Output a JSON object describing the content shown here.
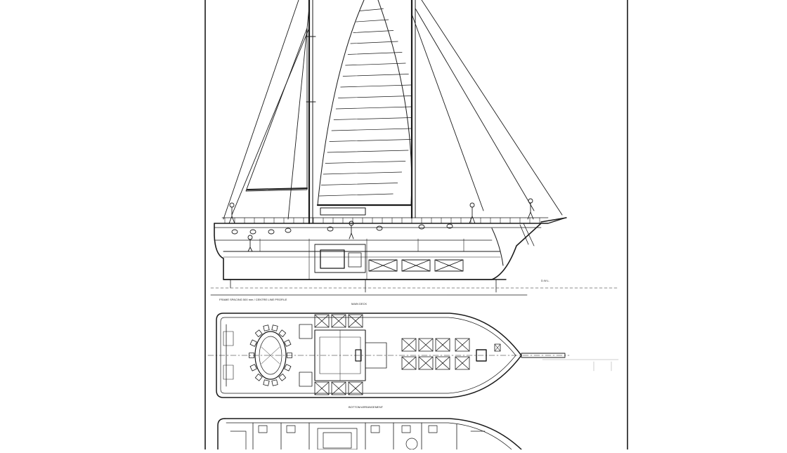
{
  "drawing": {
    "profile_caption": "FRAME SPACING 500 mm / CENTRE LINE PROFILE",
    "deck_plan_title": "MAIN DECK",
    "lower_deck_title": "BOTTOM ARRANGEMENT",
    "waterline_label": "D.W.L.",
    "stroke_color": "#1a1a1a",
    "paper_color": "#ffffff"
  }
}
